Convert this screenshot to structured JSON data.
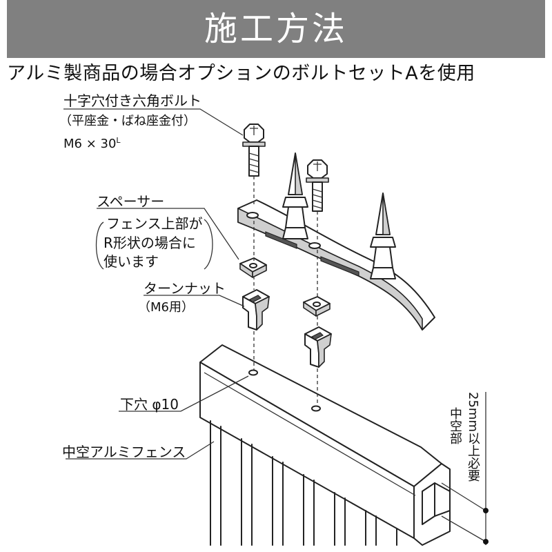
{
  "header": {
    "title": "施工方法",
    "subtitle": "アルミ製商品の場合オプションのボルトセットAを使用"
  },
  "labels": {
    "bolt_line1": "十字穴付き六角ボルト",
    "bolt_line2": "（平座金・ばね座金付）",
    "bolt_line3": "M6 × 30",
    "bolt_line3_sup": "L",
    "spacer_title": "スペーサー",
    "spacer_line1": "フェンス上部が",
    "spacer_line2": "R形状の場合に",
    "spacer_line3": "使います",
    "turnnut_title": "ターンナット",
    "turnnut_sub": "（M6用）",
    "hole": "下穴 φ10",
    "fence": "中空アルミフェンス",
    "hollow_line1": "中空部",
    "hollow_line2": "25mm以上必要"
  },
  "colors": {
    "banner_bg": "#808080",
    "banner_text": "#ffffff",
    "line": "#222222"
  }
}
